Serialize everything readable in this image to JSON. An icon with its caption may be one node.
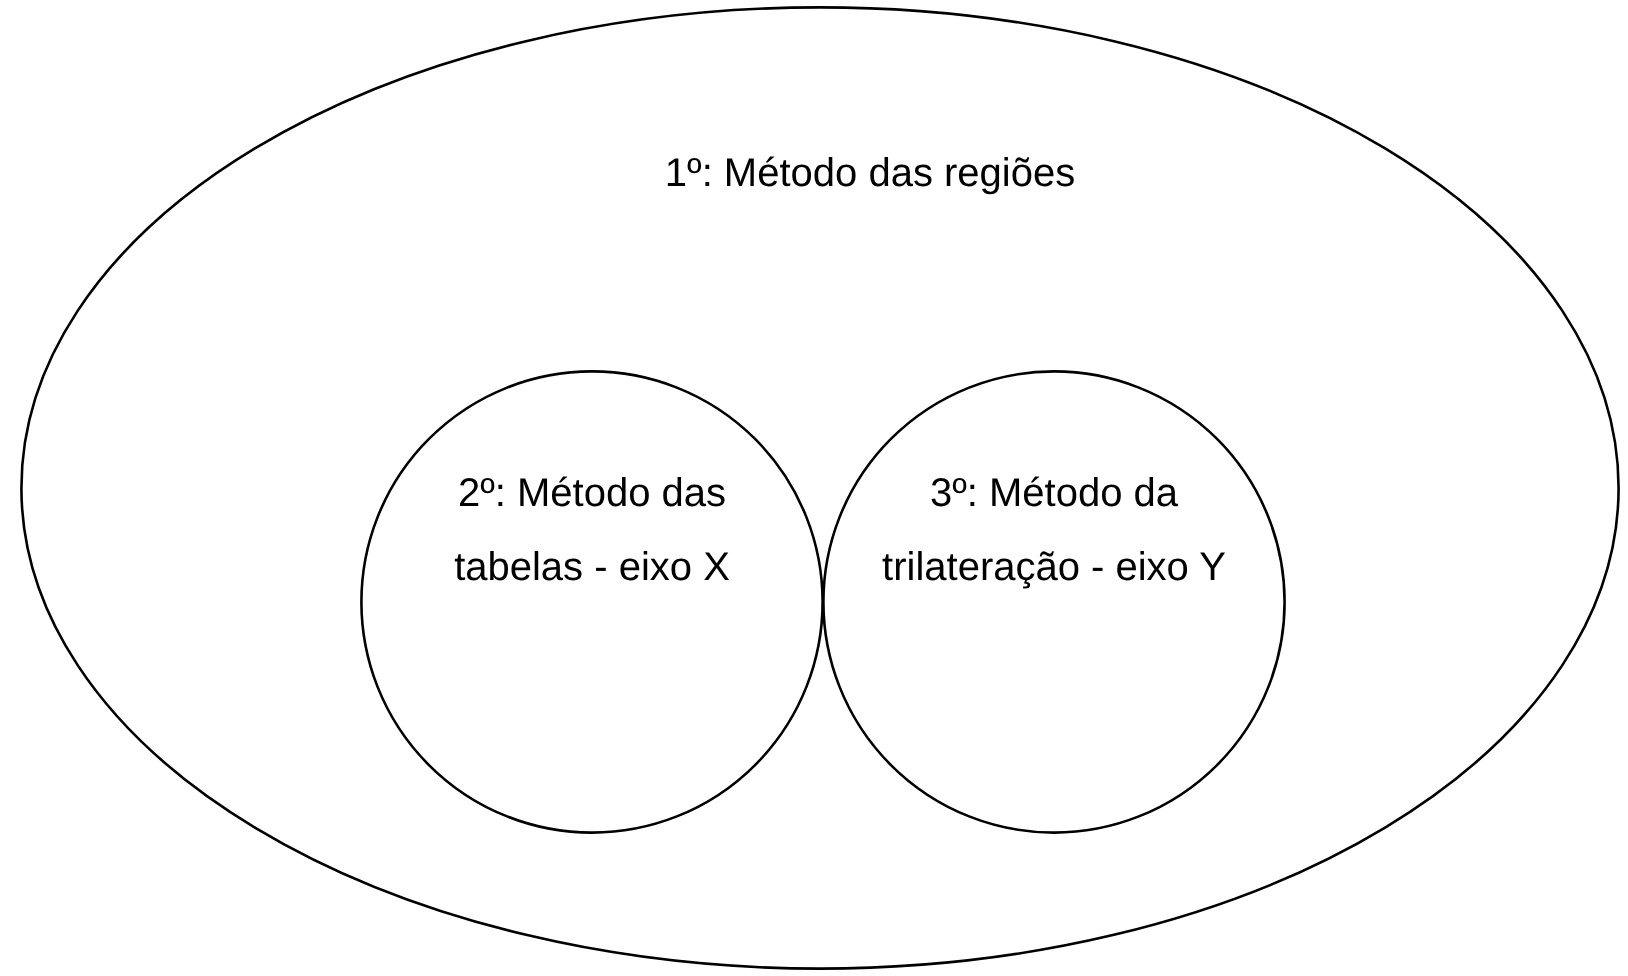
{
  "diagram": {
    "nodes": [
      {
        "text": [
          "1º: Método das regiões"
        ]
      },
      {
        "text": [
          "2º: Método das tabelas - eixo X"
        ],
        "in": 0
      },
      {
        "text": [
          "3º: Método da trilateração - eixo Y"
        ],
        "in": 0
      }
    ]
  }
}
